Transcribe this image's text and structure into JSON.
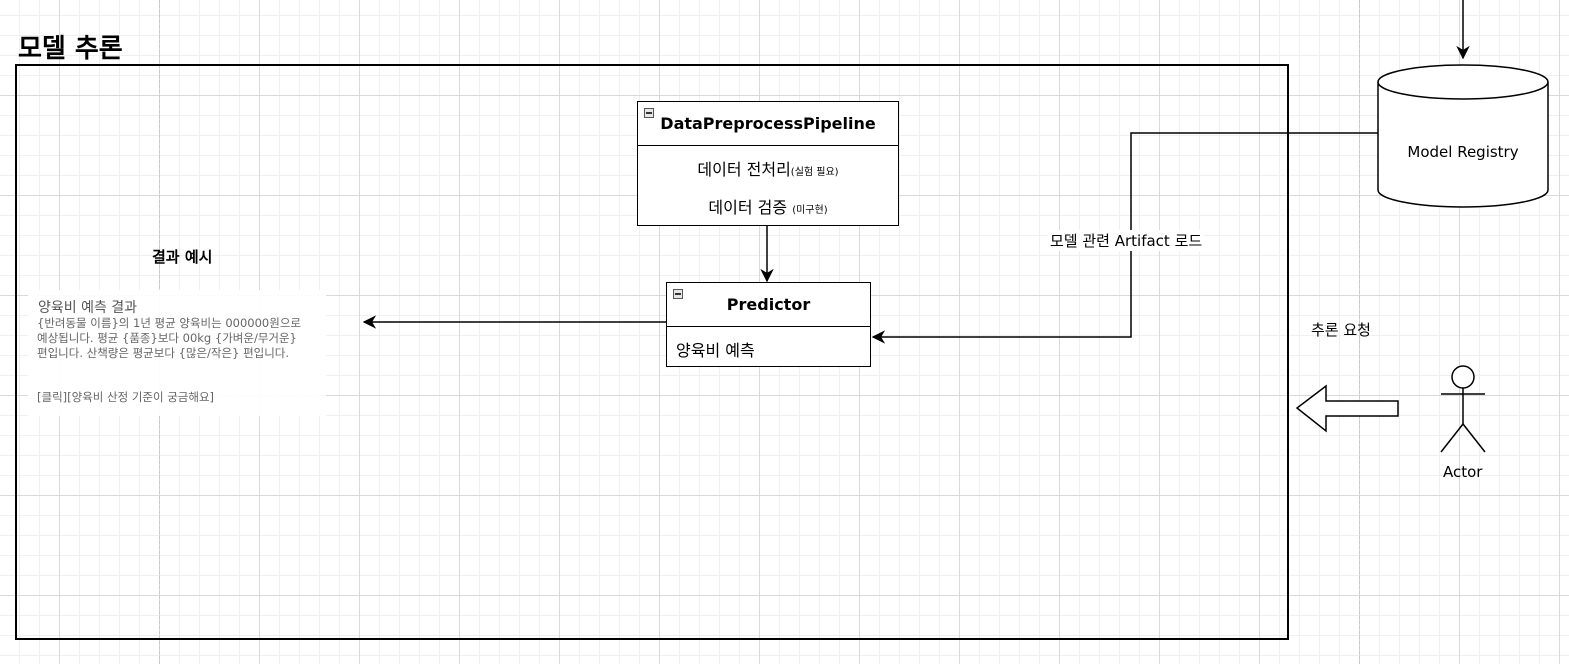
{
  "title": "모델 추론",
  "classes": {
    "pipeline": {
      "name": "DataPreprocessPipeline",
      "attrs": [
        {
          "main": "데이터 전처리",
          "note": "(실험 필요)"
        },
        {
          "main": "데이터 검증 ",
          "note": "(미구현)"
        }
      ]
    },
    "predictor": {
      "name": "Predictor",
      "attr": "양육비 예측"
    }
  },
  "registry": {
    "label": "Model Registry"
  },
  "labels": {
    "artifact_load": "모델 관련 Artifact 로드",
    "inference_request": "추론 요청",
    "example_heading": "결과 예시"
  },
  "actor": {
    "label": "Actor"
  },
  "example": {
    "title": "양육비 예측 결과",
    "lines": [
      "{반려동물 이름}의 1년 평균 양육비는 000000원으로",
      "예상됩니다. 평균 {품종}보다 00kg {가벼운/무거운}",
      "편입니다. 산책량은 평균보다 {많은/작은} 편입니다."
    ],
    "link": "[클릭][양육비 산정 기준이 궁금해요]"
  }
}
